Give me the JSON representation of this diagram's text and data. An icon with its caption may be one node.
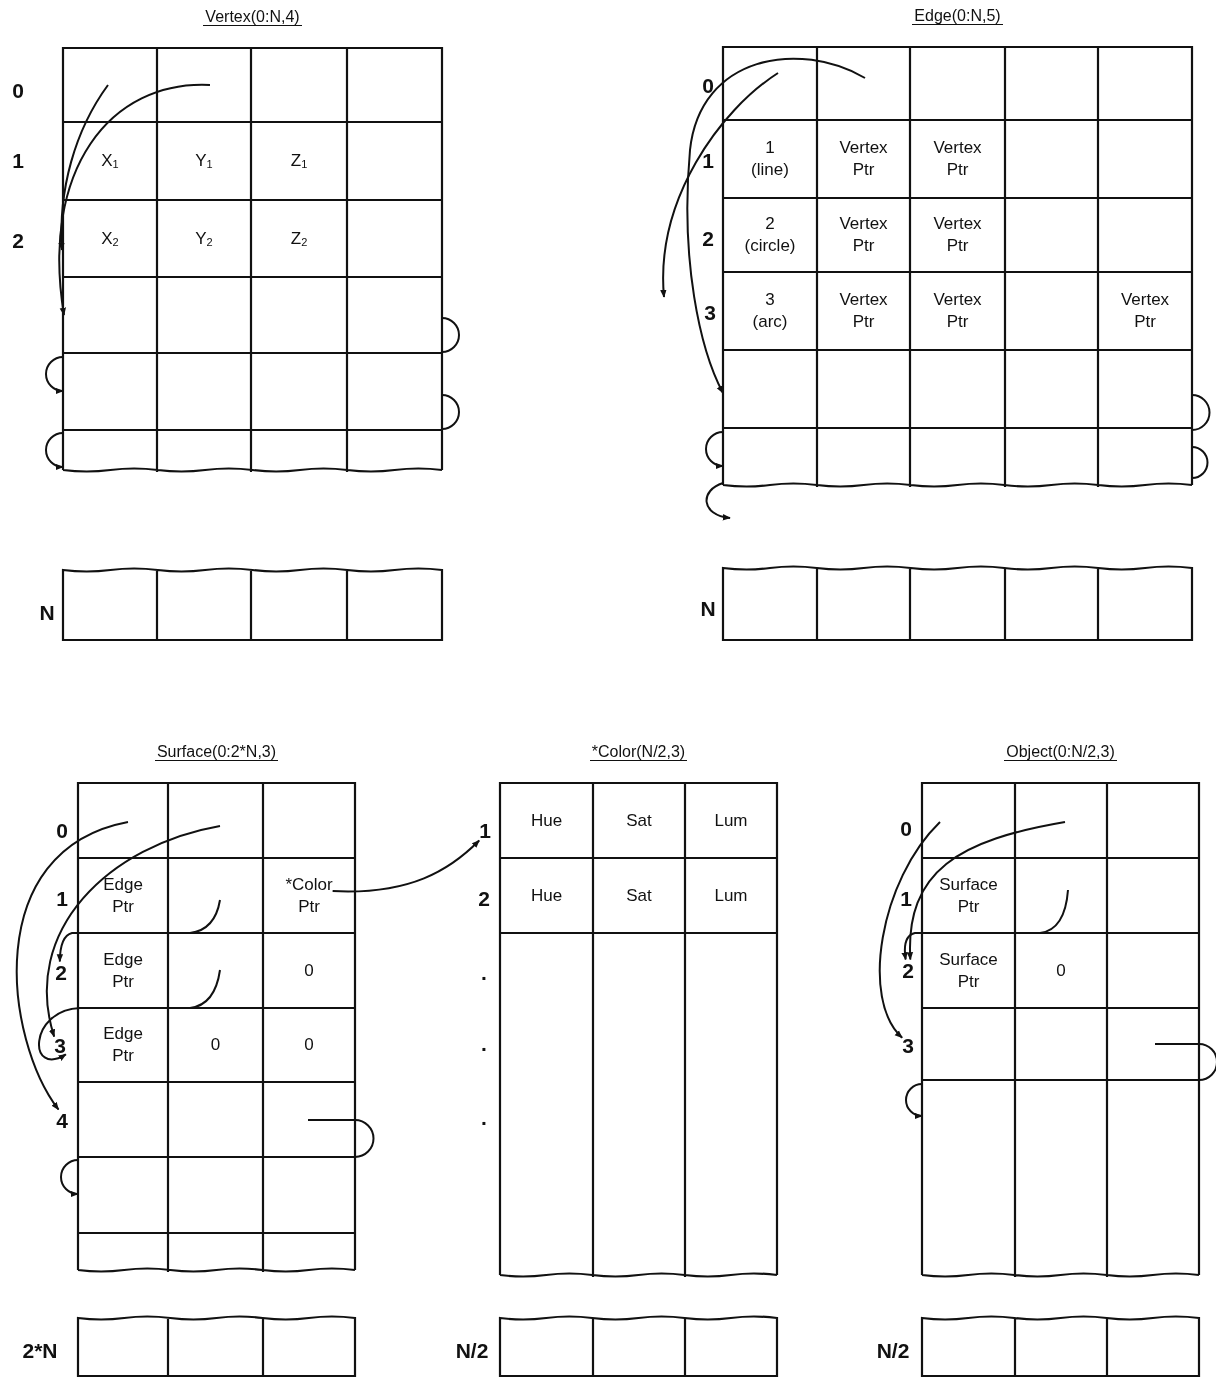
{
  "diagram": {
    "nodes": [
      {
        "text": [
          "Vertex(0:N,4)"
        ]
      },
      {
        "text": [
          "X$_{1}$"
        ],
        "in": 0
      },
      {
        "text": [
          "Y$_{1}$"
        ],
        "in": 0
      },
      {
        "text": [
          "Z$_{1}$"
        ],
        "in": 0
      },
      {
        "text": [
          "X$_{2}$"
        ],
        "in": 0
      },
      {
        "text": [
          "Y$_{2}$"
        ],
        "in": 0
      },
      {
        "text": [
          "Z$_{2}$"
        ],
        "in": 0
      },
      {
        "text": [
          "Edge(0:N,5)"
        ]
      },
      {
        "text": [
          "1 (line)"
        ],
        "in": 7
      },
      {
        "text": [
          "Vertex Ptr"
        ],
        "in": 7
      },
      {
        "text": [
          "Vertex Ptr"
        ],
        "in": 7
      },
      {
        "text": [
          "2 (circle)"
        ],
        "in": 7
      },
      {
        "text": [
          "Vertex Ptr"
        ],
        "in": 7
      },
      {
        "text": [
          "Vertex Ptr"
        ],
        "in": 7
      },
      {
        "text": [
          "3 (arc)"
        ],
        "in": 7
      },
      {
        "text": [
          "Vertex Ptr"
        ],
        "in": 7
      },
      {
        "text": [
          "Vertex Ptr"
        ],
        "in": 7
      },
      {
        "text": [
          "Vertex Ptr"
        ],
        "in": 7
      },
      {
        "text": [
          "Surface(0:2*N,3)"
        ]
      },
      {
        "text": [
          "Edge Ptr"
        ],
        "in": 18
      },
      {
        "text": [
          "*Color Ptr"
        ],
        "in": 18
      },
      {
        "text": [
          "Edge Ptr"
        ],
        "in": 18
      },
      {
        "text": [
          "0"
        ],
        "in": 18
      },
      {
        "text": [
          "Edge Ptr"
        ],
        "in": 18
      },
      {
        "text": [
          "0"
        ],
        "in": 18
      },
      {
        "text": [
          "0"
        ],
        "in": 18
      },
      {
        "text": [
          "2"
        ]
      },
      {
        "text": [
          "3"
        ]
      },
      {
        "text": [
          "4"
        ]
      },
      {
        "text": [
          "*Color(N/2,3)"
        ]
      },
      {
        "text": [
          "Hue"
        ],
        "in": 29
      },
      {
        "text": [
          "Sat"
        ],
        "in": 29
      },
      {
        "text": [
          "Lum"
        ],
        "in": 29
      },
      {
        "text": [
          "Hue"
        ],
        "in": 29
      },
      {
        "text": [
          "Sat"
        ],
        "in": 29
      },
      {
        "text": [
          "Lum"
        ],
        "in": 29
      },
      {
        "text": [
          "1"
        ]
      },
      {
        "text": [
          "Object(0:N/2,3)"
        ]
      },
      {
        "text": [
          "Surface Ptr"
        ],
        "in": 37
      },
      {
        "text": [
          "Surface Ptr"
        ],
        "in": 37
      },
      {
        "text": [
          "0"
        ],
        "in": 37
      },
      {
        "text": [
          "2"
        ]
      },
      {
        "text": [
          "3"
        ]
      }
    ],
    "edges": [
      {
        "from": null,
        "to": 28,
        "arrow": "to"
      },
      {
        "from": null,
        "to": 27,
        "arrow": "to"
      },
      {
        "from": null,
        "to": 26,
        "arrow": "to"
      },
      {
        "from": 20,
        "to": 36,
        "arrow": "to"
      },
      {
        "from": null,
        "to": 42,
        "arrow": "to"
      },
      {
        "from": null,
        "to": 41,
        "arrow": "to"
      },
      {
        "from": null,
        "to": 41,
        "arrow": "to"
      },
      {
        "from": null,
        "to": 27,
        "arrow": "to"
      }
    ],
    "labels": [
      "0",
      "1",
      "2",
      "N",
      "0",
      "1",
      "2",
      "3",
      "N",
      "0",
      "1",
      "2*N",
      "2",
      ".",
      ".",
      ".",
      "N/2",
      "0",
      "1",
      "N/2"
    ]
  }
}
